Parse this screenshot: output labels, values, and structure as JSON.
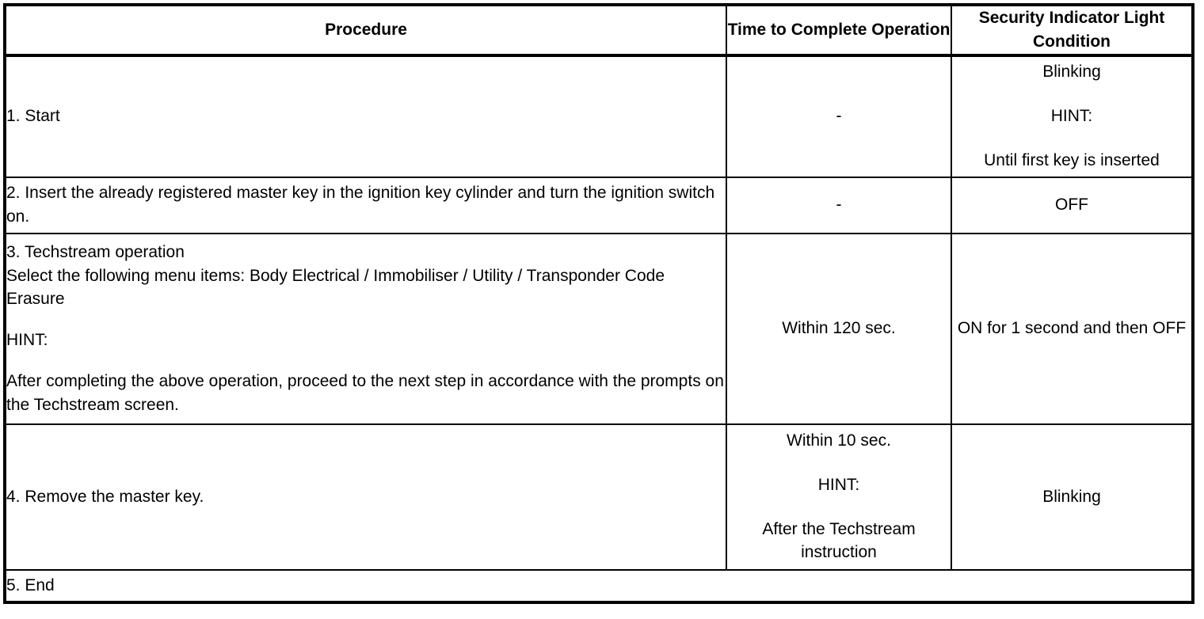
{
  "table": {
    "headers": {
      "procedure": "Procedure",
      "time": "Time to Complete\nOperation",
      "security": "Security Indicator Light\nCondition"
    },
    "rows": [
      {
        "procedure": "1. Start",
        "time": "-",
        "security_line1": "Blinking",
        "security_line2": "HINT:",
        "security_line3": "Until first key is inserted"
      },
      {
        "procedure": "2. Insert the already registered master key in the ignition key cylinder and turn the ignition switch on.",
        "time": "-",
        "security": "OFF"
      },
      {
        "procedure_line1": "3. Techstream operation",
        "procedure_line2": "Select the following menu items: Body Electrical / Immobiliser / Utility / Transponder Code Erasure",
        "procedure_line3": "HINT:",
        "procedure_line4": "After completing the above operation, proceed to the next step in accordance with the prompts on the Techstream screen.",
        "time": "Within 120 sec.",
        "security": "ON for 1 second and then OFF"
      },
      {
        "procedure": "4. Remove the master key.",
        "time_line1": "Within 10 sec.",
        "time_line2": "HINT:",
        "time_line3": "After the Techstream instruction",
        "security": "Blinking"
      },
      {
        "procedure": "5. End"
      }
    ]
  },
  "colors": {
    "border": "#000000",
    "text": "#000000",
    "background": "#ffffff"
  }
}
